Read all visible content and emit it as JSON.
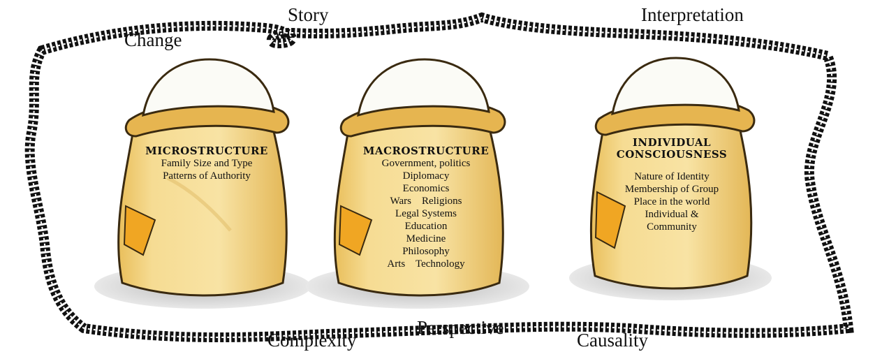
{
  "concepts": {
    "story": "Story",
    "interpretation": "Interpretation",
    "change": "Change",
    "perspective": "Perspective",
    "complexity": "Complexity",
    "causality": "Causality"
  },
  "sacks": [
    {
      "title": "MICROSTRUCTURE",
      "items": [
        "Family Size and Type",
        "Patterns of Authority"
      ]
    },
    {
      "title": "MACROSTRUCTURE",
      "items": [
        "Government, politics",
        "Diplomacy",
        "Economics",
        "Wars    Religions",
        "Legal Systems",
        "Education",
        "Medicine",
        "Philosophy",
        "Arts    Technology"
      ]
    },
    {
      "title": "INDIVIDUAL\nCONSCIOUSNESS",
      "items": [
        "Nature of Identity",
        "Membership of Group",
        "Place in the world",
        "Individual &",
        "Community"
      ]
    }
  ],
  "colors": {
    "rope": "#111111",
    "sack_fill": "#f3d98a",
    "sack_shade": "#e2b54c",
    "sack_dark": "#c98f1c",
    "flour": "#fbfbf6",
    "patch": "#f0a623",
    "shadow": "#c9c9c9"
  }
}
